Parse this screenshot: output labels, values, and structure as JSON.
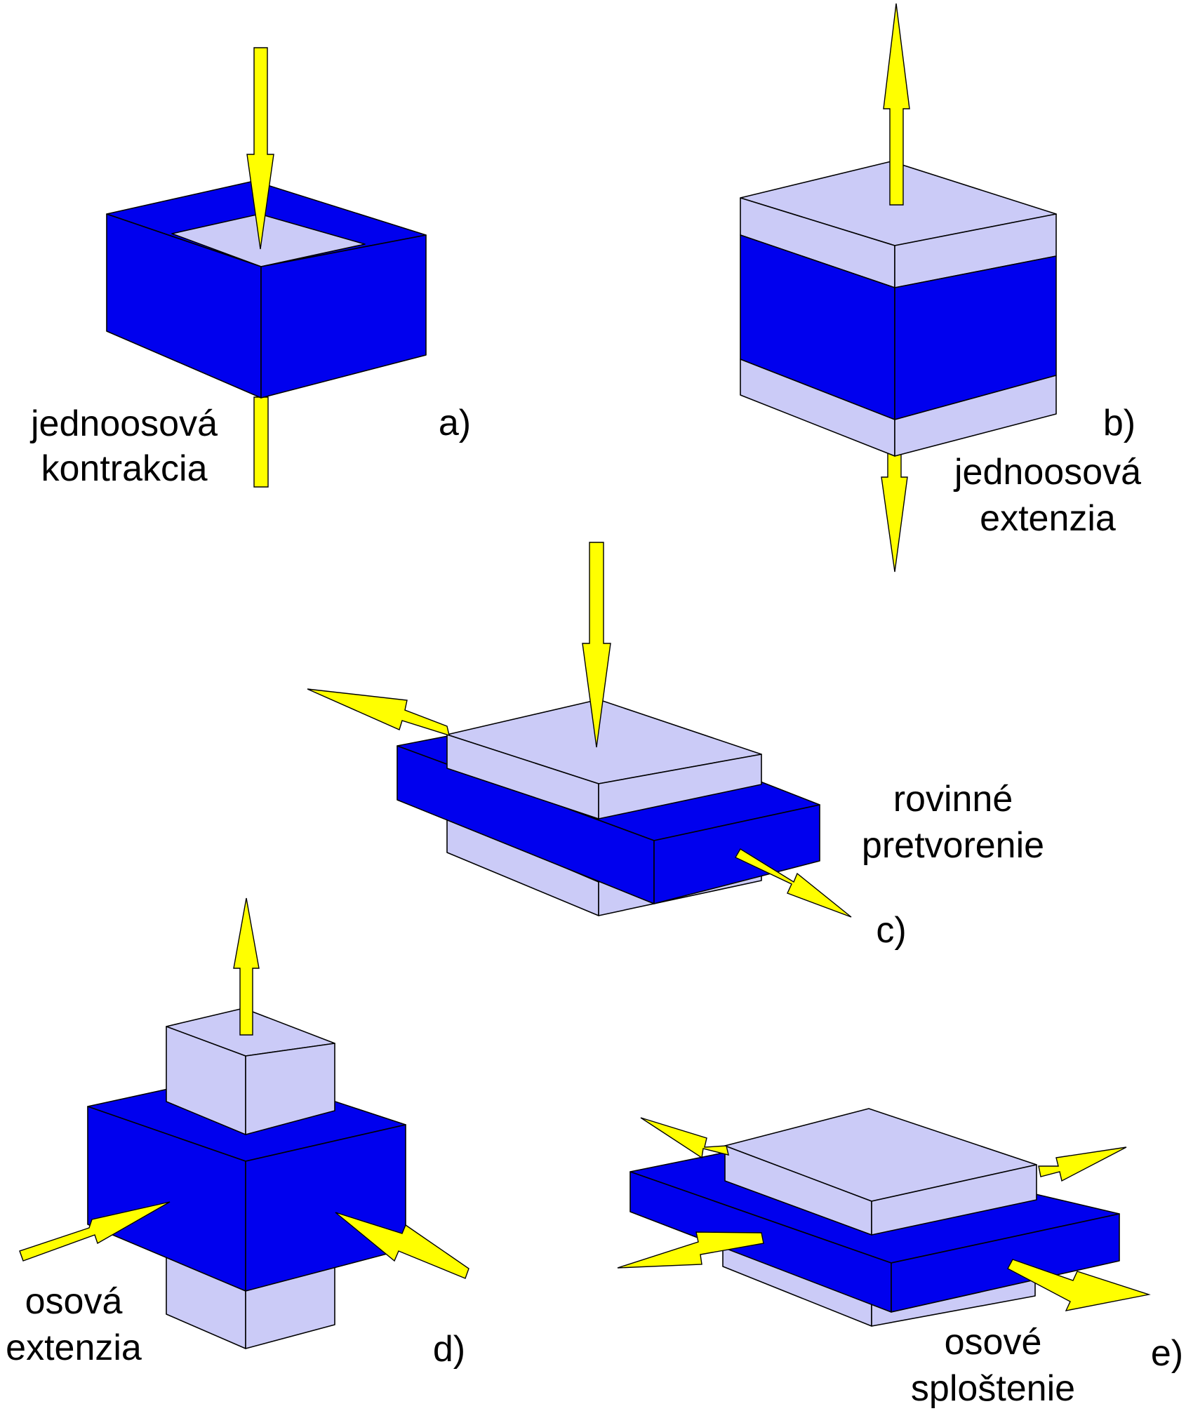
{
  "colors": {
    "dark_blue": "#0000ee",
    "light_blue": "#cbcbf7",
    "arrow_yellow": "#ffff00",
    "outline": "#000000"
  },
  "panels": {
    "a": {
      "letter": "a)",
      "caption": [
        "jednoosová",
        "kontrakcia"
      ]
    },
    "b": {
      "letter": "b)",
      "caption": [
        "jednoosová",
        "extenzia"
      ]
    },
    "c": {
      "letter": "c)",
      "caption": [
        "rovinné",
        "pretvorenie"
      ]
    },
    "d": {
      "letter": "d)",
      "caption": [
        "osová",
        "extenzia"
      ]
    },
    "e": {
      "letter": "e)",
      "caption": [
        "osové",
        "sploštenie"
      ]
    }
  }
}
